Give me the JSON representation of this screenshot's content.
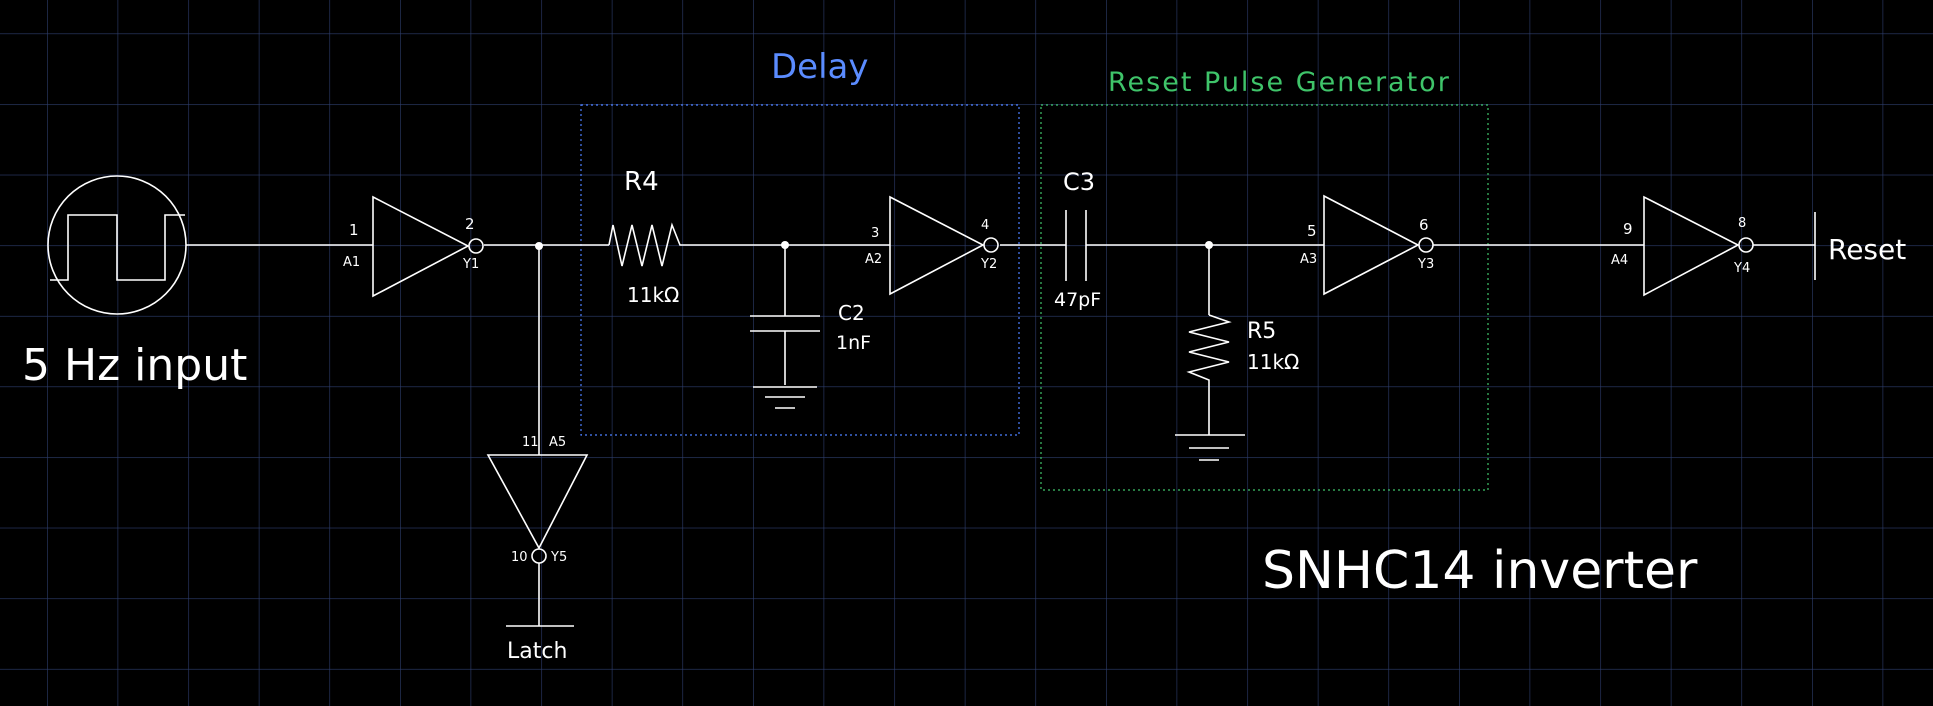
{
  "colors": {
    "background": "#000000",
    "grid": "#2e3e6e",
    "wire": "#ffffff",
    "delay_box": "#4d7fff",
    "reset_box": "#3fc46a"
  },
  "signal_source": {
    "icon": "square-wave-source-icon",
    "label": "5 Hz input"
  },
  "blocks": {
    "delay": "Delay",
    "reset_pulse": "Reset Pulse Generator"
  },
  "inverters": [
    {
      "name": "A1-Y1",
      "in_pin": "1",
      "in_label": "A1",
      "out_pin": "2",
      "out_label": "Y1"
    },
    {
      "name": "A2-Y2",
      "in_pin": "3",
      "in_label": "A2",
      "out_pin": "4",
      "out_label": "Y2"
    },
    {
      "name": "A3-Y3",
      "in_pin": "5",
      "in_label": "A3",
      "out_pin": "6",
      "out_label": "Y3"
    },
    {
      "name": "A4-Y4",
      "in_pin": "9",
      "in_label": "A4",
      "out_pin": "8",
      "out_label": "Y4"
    },
    {
      "name": "A5-Y5",
      "in_pin": "11",
      "in_label": "A5",
      "out_pin": "10",
      "out_label": "Y5"
    }
  ],
  "components": {
    "r4": {
      "name": "R4",
      "value": "11kΩ"
    },
    "c2": {
      "name": "C2",
      "value": "1nF"
    },
    "c3": {
      "name": "C3",
      "value": "47pF"
    },
    "r5": {
      "name": "R5",
      "value": "11kΩ"
    }
  },
  "outputs": {
    "reset": "Reset",
    "latch": "Latch"
  },
  "chip_label": "SNHC14 inverter"
}
